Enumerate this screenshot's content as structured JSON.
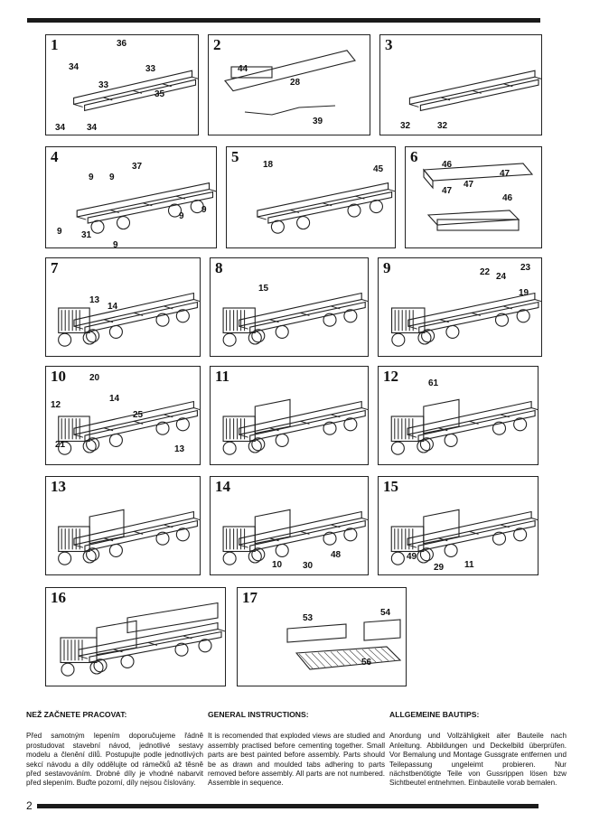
{
  "steps": [
    {
      "number": "1",
      "labels": [
        "36",
        "34",
        "33",
        "33",
        "35",
        "34",
        "34"
      ]
    },
    {
      "number": "2",
      "labels": [
        "44",
        "28",
        "39"
      ]
    },
    {
      "number": "3",
      "labels": [
        "32",
        "32"
      ]
    },
    {
      "number": "4",
      "labels": [
        "37",
        "9",
        "9",
        "9",
        "9",
        "9",
        "31",
        "9"
      ]
    },
    {
      "number": "5",
      "labels": [
        "18",
        "45"
      ]
    },
    {
      "number": "6",
      "labels": [
        "46",
        "47",
        "47",
        "47",
        "46"
      ]
    },
    {
      "number": "7",
      "labels": [
        "13",
        "14"
      ]
    },
    {
      "number": "8",
      "labels": [
        "15"
      ]
    },
    {
      "number": "9",
      "labels": [
        "22",
        "24",
        "23",
        "19"
      ]
    },
    {
      "number": "10",
      "labels": [
        "20",
        "12",
        "14",
        "25",
        "21",
        "13"
      ]
    },
    {
      "number": "11",
      "labels": []
    },
    {
      "number": "12",
      "labels": [
        "61"
      ]
    },
    {
      "number": "13",
      "labels": []
    },
    {
      "number": "14",
      "labels": [
        "10",
        "30",
        "48"
      ]
    },
    {
      "number": "15",
      "labels": [
        "49",
        "29",
        "11"
      ]
    },
    {
      "number": "16",
      "labels": []
    },
    {
      "number": "17",
      "labels": [
        "53",
        "54",
        "56"
      ]
    }
  ],
  "instructions": [
    {
      "heading": "NEŽ ZAČNETE PRACOVAT:",
      "text": "Před samotným lepením doporučujeme řádně prostudovat stavební návod, jednotlivé sestavy modelu a členění dílů. Postupujte podle jednotlivých sekcí návodu a díly oddělujte od rámečků až těsně před sestavováním. Drobné díly je vhodné nabarvit před slepením. Buďte pozorní, díly nejsou číslovány."
    },
    {
      "heading": "GENERAL INSTRUCTIONS:",
      "text": "It is recomended that exploded views are studied and assembly practised before cementing together. Small parts are best painted before assembly. Parts should be as drawn and moulded tabs adhering to parts removed before assembly. All parts are not numbered. Assemble in sequence."
    },
    {
      "heading": "ALLGEMEINE BAUTIPS:",
      "text": "Anordung und Vollzähligkeit aller Bauteile nach Anleitung. Abbildungen und Deckelbild überprüfen. Vor Bemalung und Montage Gussgrate entfernen und Teilepassung ungeleimt probieren. Nur nächstbenötigte Teile von Gussrippen lösen bzw Sichtbeutel entnehmen. Einbauteile vorab bemalen."
    }
  ],
  "page_number": "2"
}
